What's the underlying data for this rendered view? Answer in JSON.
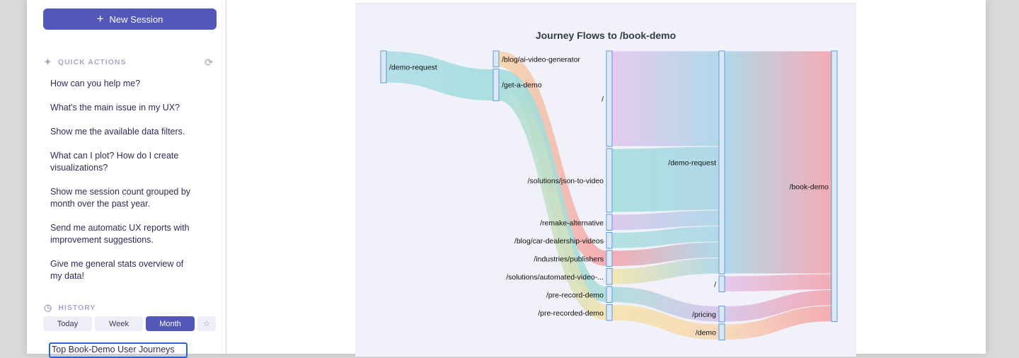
{
  "sidebar": {
    "new_session_label": "New Session",
    "quick_actions_label": "QUICK ACTIONS",
    "quick_actions": [
      "How can you help me?",
      "What's the main issue in my UX?",
      "Show me the available data filters.",
      "What can I plot? How do I create visualizations?",
      "Show me session count grouped by month over the past year.",
      "Send me automatic UX reports with improvement suggestions.",
      "Give me general stats overview of my data!"
    ],
    "history_label": "HISTORY",
    "history_tabs": [
      "Today",
      "Week",
      "Month"
    ],
    "active_tab": "Month",
    "history_items": [
      "Top Book-Demo User Journeys"
    ]
  },
  "chart_data": {
    "type": "sankey",
    "title": "Journey Flows to /book-demo",
    "nodes": [
      {
        "id": "c1_demo_request",
        "label": "/demo-request",
        "column": 0,
        "color": "#a9dce4"
      },
      {
        "id": "c2_ai_video",
        "label": "/blog/ai-video-generator",
        "column": 1,
        "color": "#f6d4a8"
      },
      {
        "id": "c2_get_demo",
        "label": "/get-a-demo",
        "column": 1,
        "color": "#9fdcdc"
      },
      {
        "id": "c3_root",
        "label": "/",
        "column": 2,
        "color": "#e2c4ec"
      },
      {
        "id": "c3_json",
        "label": "/solutions/json-to-video",
        "column": 2,
        "color": "#a2dcdc"
      },
      {
        "id": "c3_remake",
        "label": "/remake-alternative",
        "column": 2,
        "color": "#d9c3ea"
      },
      {
        "id": "c3_car",
        "label": "/blog/car-dealership-videos",
        "column": 2,
        "color": "#aadfdc"
      },
      {
        "id": "c3_publishers",
        "label": "/industries/publishers",
        "column": 2,
        "color": "#f4a1a8"
      },
      {
        "id": "c3_automated",
        "label": "/solutions/automated-video-...",
        "column": 2,
        "color": "#f4e4a8"
      },
      {
        "id": "c3_prerecord",
        "label": "/pre-record-demo",
        "column": 2,
        "color": "#a8dcd8"
      },
      {
        "id": "c3_prerecorded",
        "label": "/pre-recorded-demo",
        "column": 2,
        "color": "#f4e2a8"
      },
      {
        "id": "c4_demo_request",
        "label": "/demo-request",
        "column": 3,
        "color": "#a6d4e6"
      },
      {
        "id": "c4_root",
        "label": "/",
        "column": 3,
        "color": "#e0c3ea"
      },
      {
        "id": "c4_pricing",
        "label": "/pricing",
        "column": 3,
        "color": "#d6c1e8"
      },
      {
        "id": "c4_demo",
        "label": "/demo",
        "column": 3,
        "color": "#f8d6b0"
      },
      {
        "id": "c5_book_demo",
        "label": "/book-demo",
        "column": 4,
        "color": "#f4a0a8"
      }
    ],
    "links": [
      {
        "source": "c1_demo_request",
        "target": "c2_get_demo",
        "value": 2
      },
      {
        "source": "c2_ai_video",
        "target": "c3_publishers",
        "value": 1
      },
      {
        "source": "c2_get_demo",
        "target": "c3_prerecord",
        "value": 1
      },
      {
        "source": "c2_get_demo",
        "target": "c3_prerecorded",
        "value": 1
      },
      {
        "source": "c3_root",
        "target": "c4_demo_request",
        "value": 6
      },
      {
        "source": "c3_json",
        "target": "c4_demo_request",
        "value": 4
      },
      {
        "source": "c3_remake",
        "target": "c4_demo_request",
        "value": 1
      },
      {
        "source": "c3_car",
        "target": "c4_demo_request",
        "value": 1
      },
      {
        "source": "c3_publishers",
        "target": "c4_demo_request",
        "value": 1
      },
      {
        "source": "c3_automated",
        "target": "c4_demo_request",
        "value": 1
      },
      {
        "source": "c3_prerecord",
        "target": "c4_pricing",
        "value": 1
      },
      {
        "source": "c3_prerecorded",
        "target": "c4_demo",
        "value": 1
      },
      {
        "source": "c4_demo_request",
        "target": "c5_book_demo",
        "value": 14
      },
      {
        "source": "c4_root",
        "target": "c5_book_demo",
        "value": 1
      },
      {
        "source": "c4_pricing",
        "target": "c5_book_demo",
        "value": 1
      },
      {
        "source": "c4_demo",
        "target": "c5_book_demo",
        "value": 1
      }
    ]
  }
}
